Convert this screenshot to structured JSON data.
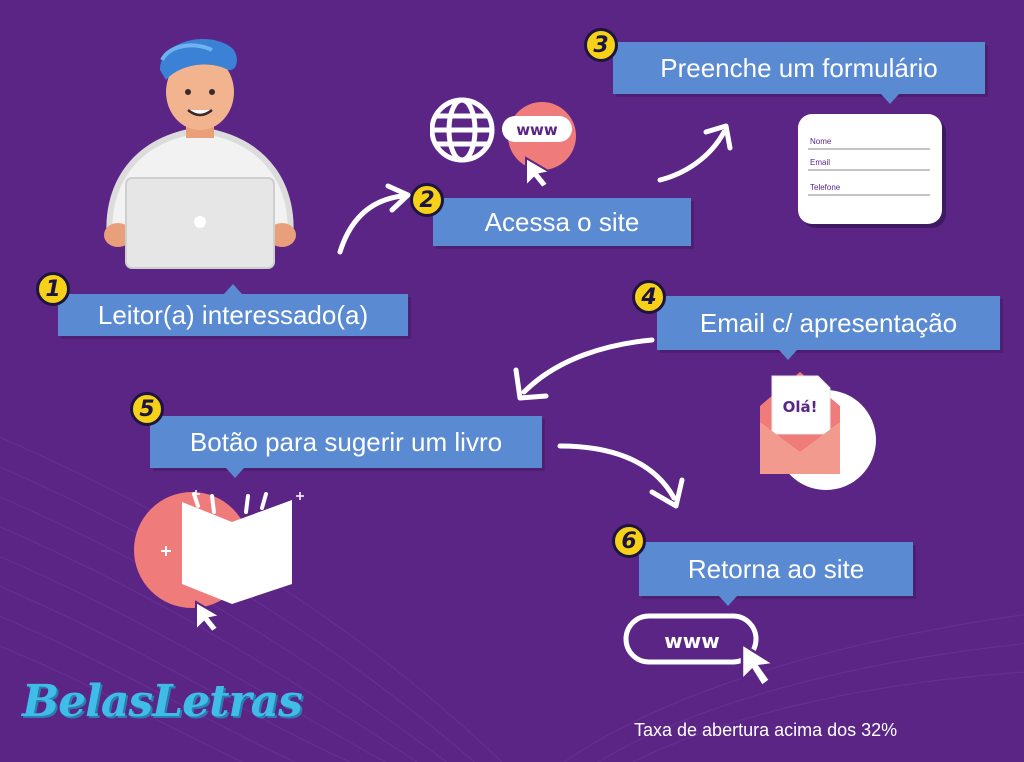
{
  "steps": [
    {
      "number": "1",
      "label": "Leitor(a) interessado(a)"
    },
    {
      "number": "2",
      "label": "Acessa o site"
    },
    {
      "number": "3",
      "label": "Preenche um formulário"
    },
    {
      "number": "4",
      "label": "Email c/ apresentação"
    },
    {
      "number": "5",
      "label": "Botão para sugerir um livro"
    },
    {
      "number": "6",
      "label": "Retorna ao site"
    }
  ],
  "form": {
    "fields": [
      "Nome",
      "Email",
      "Telefone"
    ]
  },
  "envelope": {
    "greeting": "Olá!"
  },
  "browser": {
    "www": "www"
  },
  "brand": {
    "name": "BelasLetras"
  },
  "footer": {
    "note": "Taxa de abertura acima dos 32%"
  },
  "colors": {
    "background": "#5a2585",
    "label": "#5a8ad1",
    "badge": "#f7d117",
    "accent": "#f07b7b",
    "brand": "#3fbde8"
  }
}
